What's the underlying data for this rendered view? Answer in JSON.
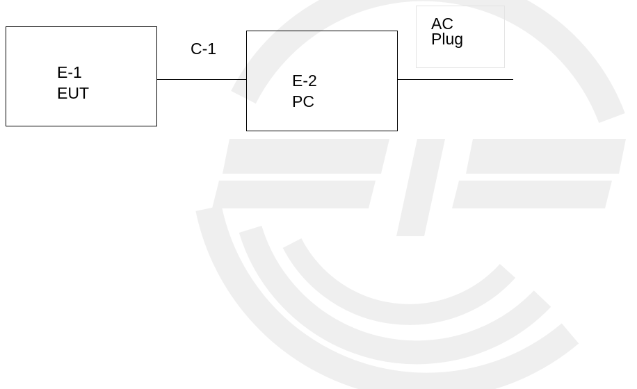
{
  "diagram": {
    "equipment": [
      {
        "id": "E-1",
        "name": "EUT"
      },
      {
        "id": "E-2",
        "name": "PC"
      }
    ],
    "cable_label": "C-1",
    "power_label_line1": "AC",
    "power_label_line2": "Plug"
  },
  "colors": {
    "line": "#000000",
    "watermark": "#efefef"
  },
  "watermark_icon": "lab-logo-watermark"
}
